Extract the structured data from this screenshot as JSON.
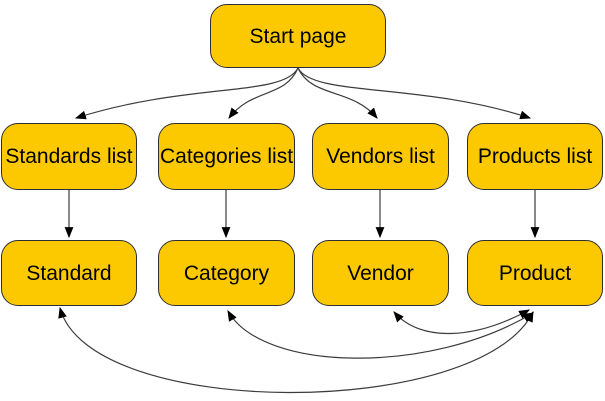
{
  "diagram": {
    "type": "sitemap-flow-diagram",
    "colors": {
      "node_fill": "#FCC800",
      "node_border": "#2F2F2F",
      "edge": "#3C3C3C",
      "text": "#000000",
      "background": "#FFFFFF"
    },
    "nodes": {
      "start_page": {
        "label": "Start page"
      },
      "standards_list": {
        "label": "Standards list"
      },
      "categories_list": {
        "label": "Categories list"
      },
      "vendors_list": {
        "label": "Vendors list"
      },
      "products_list": {
        "label": "Products list"
      },
      "standard": {
        "label": "Standard"
      },
      "category": {
        "label": "Category"
      },
      "vendor": {
        "label": "Vendor"
      },
      "product": {
        "label": "Product"
      }
    },
    "edges": [
      {
        "from": "start_page",
        "to": "standards_list",
        "style": "arrow"
      },
      {
        "from": "start_page",
        "to": "categories_list",
        "style": "arrow"
      },
      {
        "from": "start_page",
        "to": "vendors_list",
        "style": "arrow"
      },
      {
        "from": "start_page",
        "to": "products_list",
        "style": "arrow"
      },
      {
        "from": "standards_list",
        "to": "standard",
        "style": "arrow"
      },
      {
        "from": "categories_list",
        "to": "category",
        "style": "arrow"
      },
      {
        "from": "vendors_list",
        "to": "vendor",
        "style": "arrow"
      },
      {
        "from": "products_list",
        "to": "product",
        "style": "arrow"
      },
      {
        "from": "product",
        "to": "standard",
        "style": "double-arrow"
      },
      {
        "from": "product",
        "to": "category",
        "style": "double-arrow"
      },
      {
        "from": "product",
        "to": "vendor",
        "style": "double-arrow"
      }
    ]
  }
}
